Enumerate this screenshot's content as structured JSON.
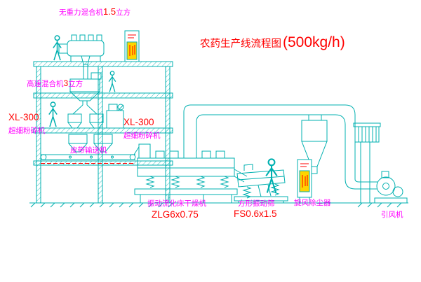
{
  "title": {
    "main": "农药生产线流程图",
    "capacity": "(500kg/h)"
  },
  "labels": {
    "gravity_mixer": {
      "name": "无重力混合机",
      "spec": "1.5",
      "unit": "立方"
    },
    "high_speed_mixer": {
      "name": "高速混合机",
      "spec": "3",
      "unit": "立方"
    },
    "crusher_left": {
      "model": "XL-300",
      "name": "超细粉碎机"
    },
    "crusher_mid": {
      "model": "XL-300",
      "name": "超细粉碎机"
    },
    "belt_conveyor": {
      "name": "皮带输送机"
    },
    "dryer": {
      "name": "振动流化床干燥机",
      "model": "ZLG6x0.75"
    },
    "screen": {
      "name": "方形振动筛",
      "model": "FS0.6x1.5"
    },
    "cyclone": {
      "name": "旋风除尘器"
    },
    "fan": {
      "name": "引风机"
    }
  },
  "colors": {
    "line": "#00b0b0",
    "label": "#ff00ff",
    "accent": "#ff0000",
    "panel_fill": "#ffd400",
    "background": "#ffffff"
  }
}
